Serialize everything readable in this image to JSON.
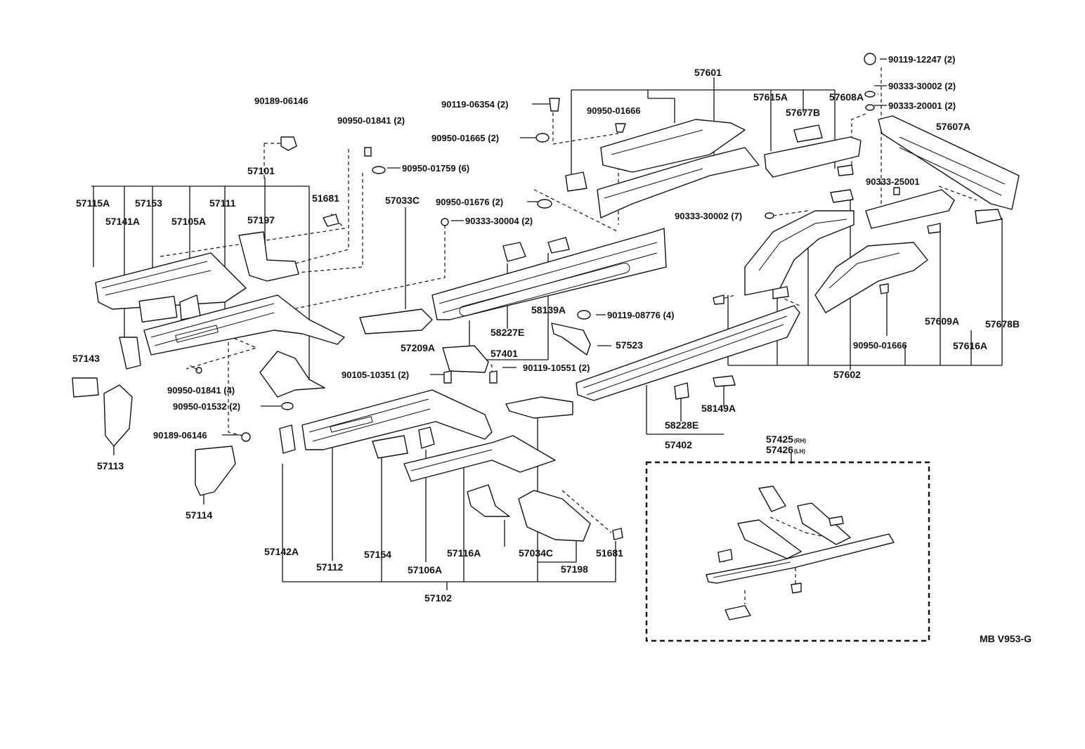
{
  "labels": {
    "l57601": "57601",
    "l90119_12247": "90119-12247 (2)",
    "l90333_30002_2": "90333-30002 (2)",
    "l90333_20001": "90333-20001 (2)",
    "l57615A": "57615A",
    "l57608A": "57608A",
    "l57677B": "57677B",
    "l57607A": "57607A",
    "l90119_06354": "90119-06354 (2)",
    "l90950_01666_top": "90950-01666",
    "l90950_01665": "90950-01665 (2)",
    "l90189_06146_top": "90189-06146",
    "l90950_01841_2": "90950-01841 (2)",
    "l90950_01759": "90950-01759 (6)",
    "l57101": "57101",
    "l57115A": "57115A",
    "l57153": "57153",
    "l57111": "57111",
    "l51681_top": "51681",
    "l57033C": "57033C",
    "l90950_01676": "90950-01676 (2)",
    "l90333_30004": "90333-30004 (2)",
    "l90333_25001": "90333-25001",
    "l90333_30002_7": "90333-30002 (7)",
    "l57141A": "57141A",
    "l57105A": "57105A",
    "l57197": "57197",
    "l58139A": "58139A",
    "l90119_08776": "90119-08776 (4)",
    "l57609A": "57609A",
    "l57678B": "57678B",
    "l58227E": "58227E",
    "l57401": "57401",
    "l57523": "57523",
    "l90950_01666_bot": "90950-01666",
    "l57616A": "57616A",
    "l57143": "57143",
    "l57209A": "57209A",
    "l90105_10351": "90105-10351 (2)",
    "l90119_10551": "90119-10551 (2)",
    "l57602": "57602",
    "l90950_01841_4": "90950-01841 (4)",
    "l90950_01532": "90950-01532 (2)",
    "l58149A": "58149A",
    "l58228E": "58228E",
    "l57402": "57402",
    "l90189_06146_bot": "90189-06146",
    "l57113": "57113",
    "l57425": "57425",
    "l57425_side": "(RH)",
    "l57426": "57426",
    "l57426_side": "(LH)",
    "l57114": "57114",
    "l57142A": "57142A",
    "l57154": "57154",
    "l57116A": "57116A",
    "l57034C": "57034C",
    "l51681_bot": "51681",
    "l57112": "57112",
    "l57106A": "57106A",
    "l57198": "57198",
    "l57102": "57102",
    "l_code": "MB V953-G"
  }
}
